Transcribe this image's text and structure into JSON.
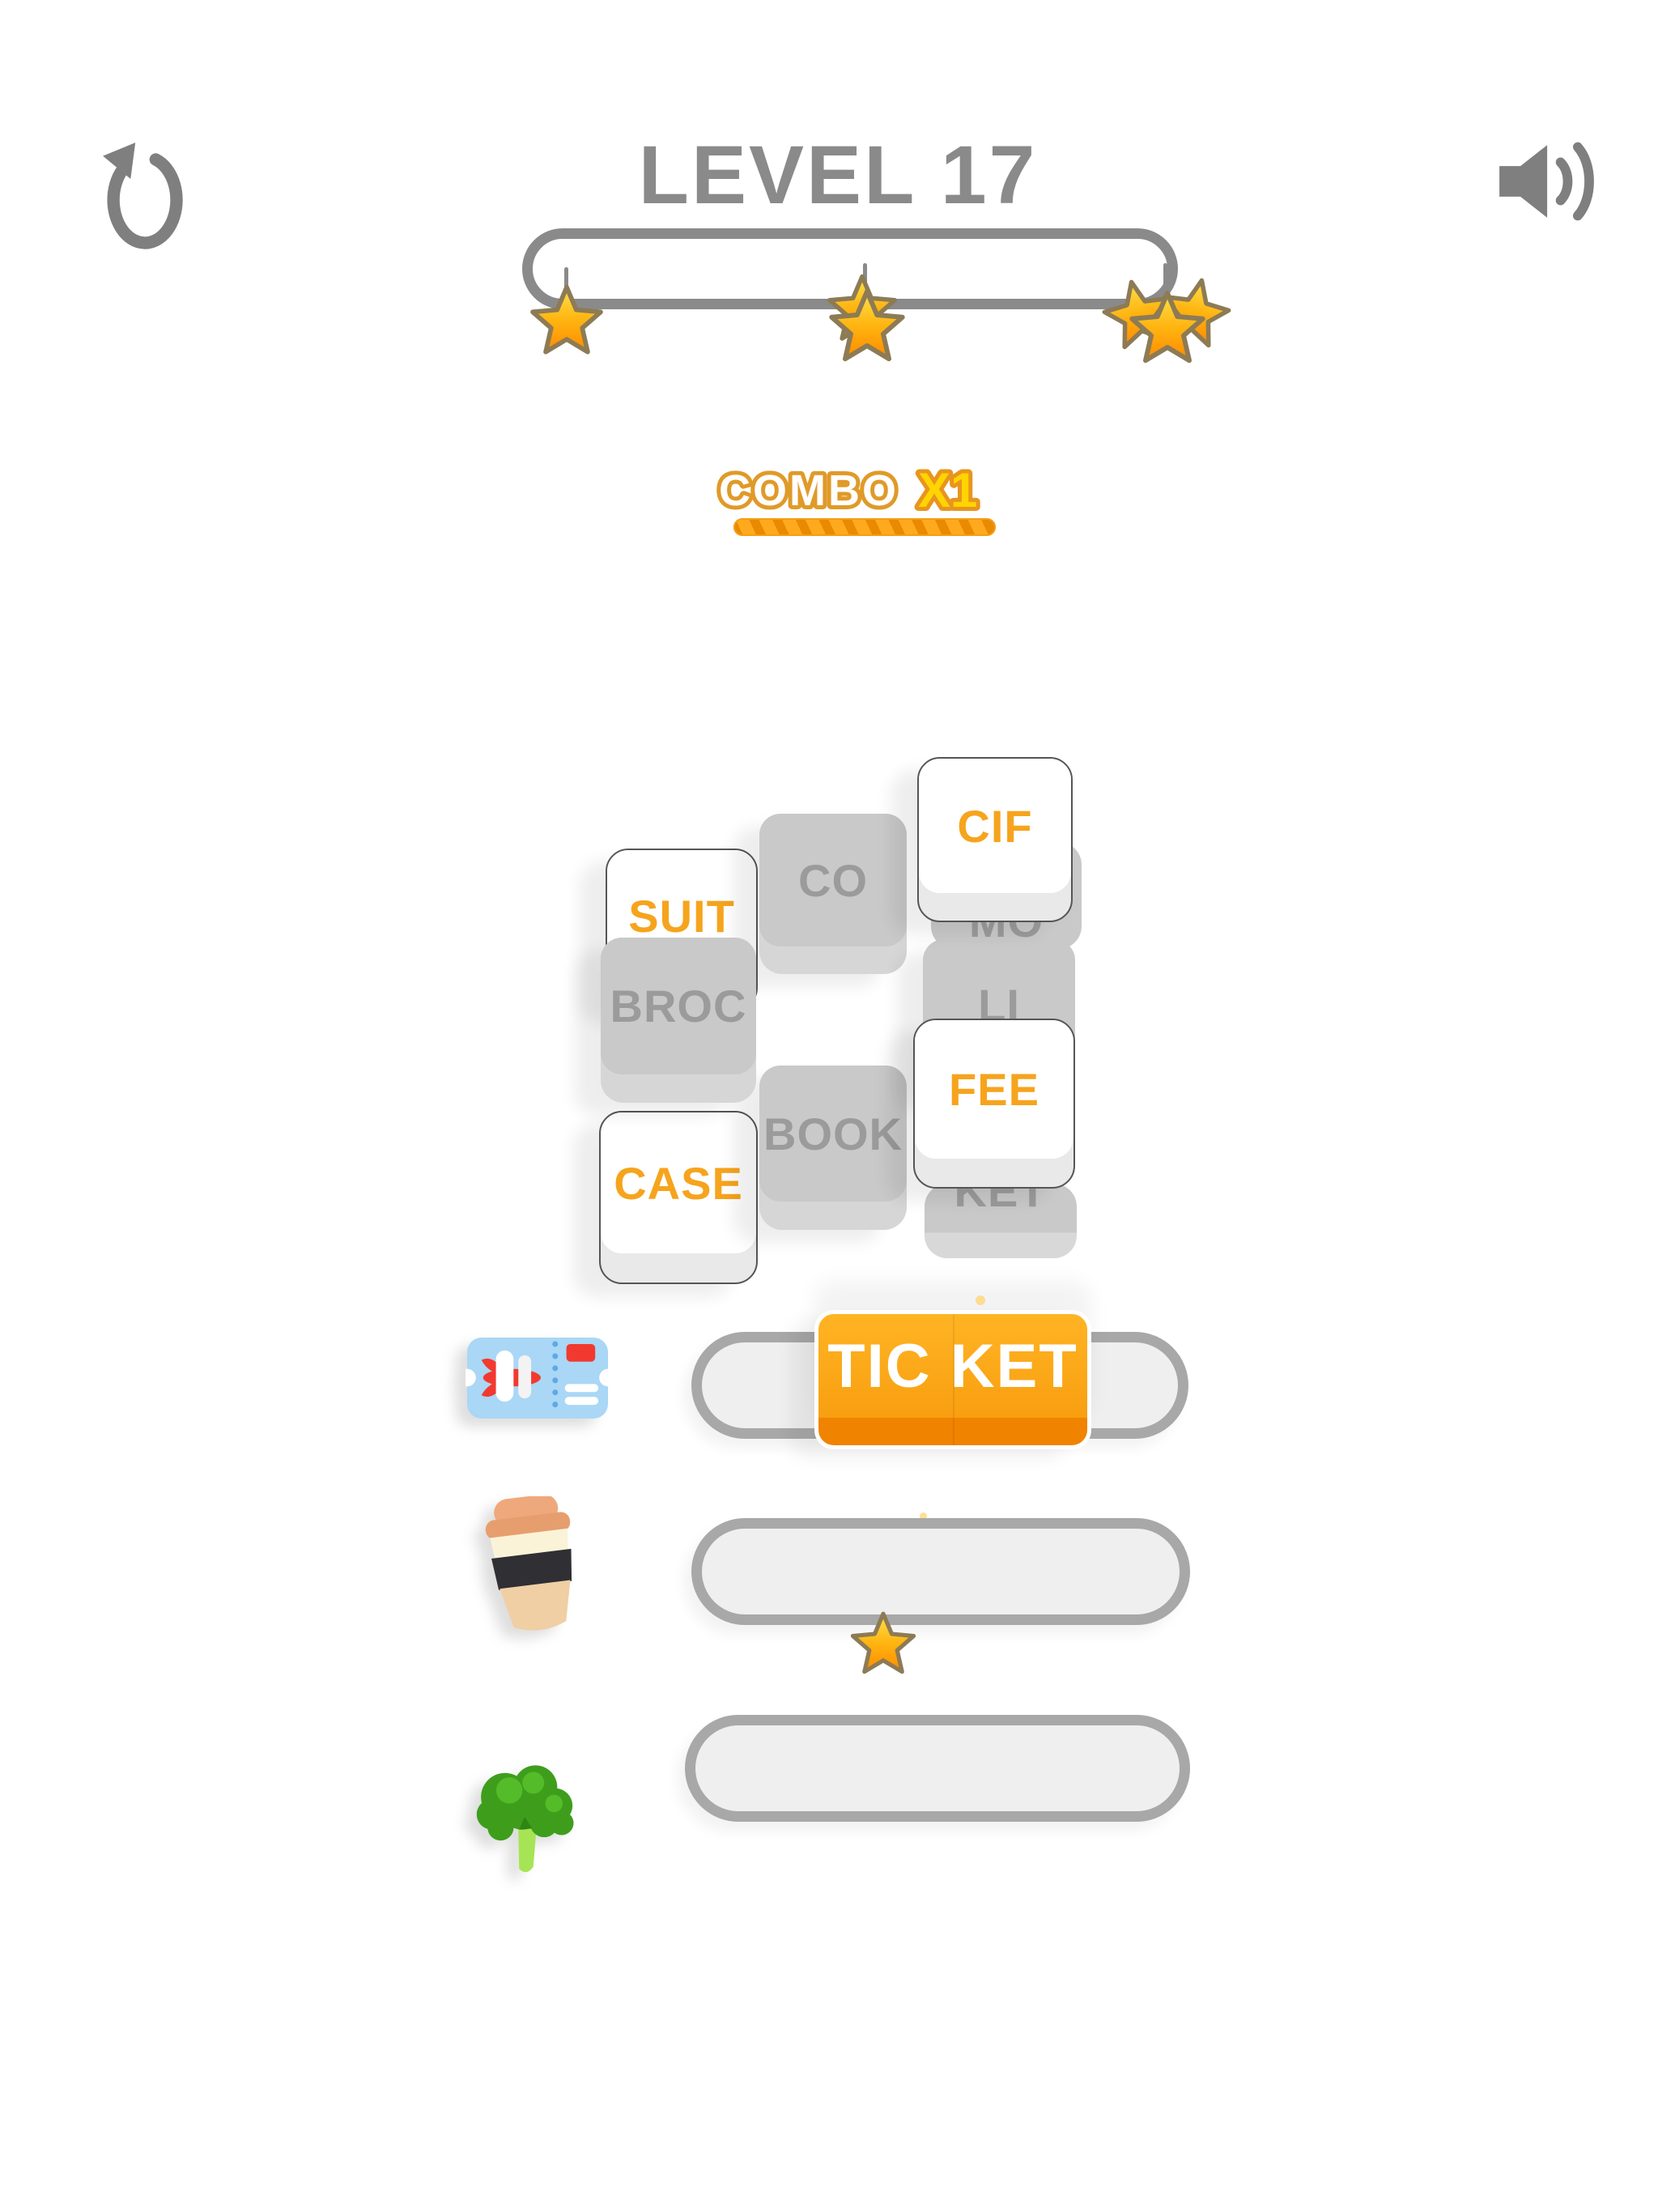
{
  "header": {
    "title": "LEVEL 17",
    "restart_icon": "restart-arrow-icon",
    "sound_icon": "speaker-on-icon"
  },
  "progress": {
    "milestones": [
      {
        "stars": 1
      },
      {
        "stars": 2
      },
      {
        "stars": 3
      }
    ]
  },
  "combo": {
    "label": "COMBO",
    "multiplier": "X1"
  },
  "board": {
    "tiles": [
      {
        "id": "suit",
        "text": "SUIT",
        "variant": "white"
      },
      {
        "id": "broc",
        "text": "BROC",
        "variant": "gray"
      },
      {
        "id": "case",
        "text": "CASE",
        "variant": "white"
      },
      {
        "id": "co",
        "text": "CO",
        "variant": "gray"
      },
      {
        "id": "book",
        "text": "BOOK",
        "variant": "gray"
      },
      {
        "id": "cif",
        "text": "CIF",
        "variant": "white"
      },
      {
        "id": "mo",
        "text": "MO",
        "variant": "gray",
        "partially_hidden": true
      },
      {
        "id": "li",
        "text": "LI",
        "variant": "gray"
      },
      {
        "id": "fee",
        "text": "FEE",
        "variant": "white"
      },
      {
        "id": "ket",
        "text": "KET",
        "variant": "gray",
        "partially_hidden": true
      }
    ]
  },
  "answers": {
    "rows": [
      {
        "icon": "plane-ticket-icon",
        "solved_text": "TIC KET",
        "filled": true
      },
      {
        "icon": "coffee-cup-icon",
        "solved_text": "",
        "filled": false
      },
      {
        "icon": "broccoli-icon",
        "solved_text": "",
        "filled": false
      }
    ],
    "divider_star_icon": "star-icon"
  },
  "colors": {
    "accent_orange": "#F6A41D",
    "tile_white": "#FFFFFF",
    "tile_gray": "#C9C9C9",
    "tile_gray_text": "#9B9B9B",
    "solved_tile_orange": "#FFA41C",
    "solved_tile_edge": "#F08300",
    "slot_fill": "#EFEFEF",
    "slot_border": "#A8A8A8",
    "ui_gray": "#8A8A8A",
    "star_yellow": "#FFD22E",
    "star_orange": "#FF8A00",
    "combo_bar": "#FFA41C",
    "ticket_blue": "#A9D7F5",
    "ticket_red": "#F2392F",
    "broccoli_green": "#3E9E1C",
    "coffee_tan": "#F0CFA4"
  }
}
